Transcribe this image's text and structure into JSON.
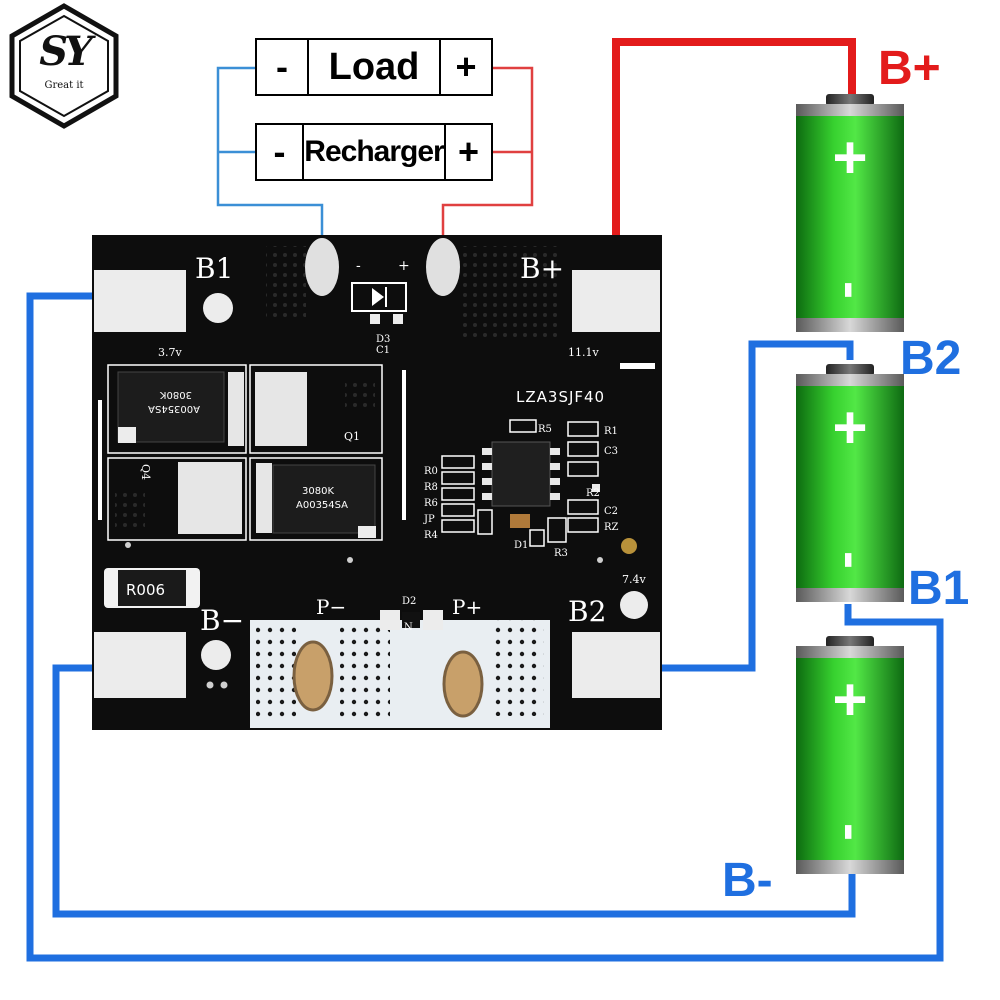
{
  "logo": {
    "letters": "SY",
    "tagline": "Great it"
  },
  "terminals": {
    "load": {
      "minus": "-",
      "label": "Load",
      "plus": "+"
    },
    "recharger": {
      "minus": "-",
      "label": "Recharger",
      "plus": "+"
    }
  },
  "pcb": {
    "pad_b1": "B1",
    "pad_bplus": "B+",
    "pad_bminus": "B−",
    "pad_b2": "B2",
    "volt_3v7": "3.7v",
    "volt_11v1": "11.1v",
    "volt_7v4": "7.4v",
    "minus_mark": "-",
    "plus_mark": "+",
    "d3": "D3",
    "c1": "C1",
    "chip_code": "LZA3SJF40",
    "resistor": "R006",
    "p_minus": "P−",
    "p_plus": "P+",
    "d2": "D2",
    "d2_n": "N",
    "r5": "R5",
    "r1": "R1",
    "c3": "C3",
    "c2": "C2",
    "r2": "R2",
    "rz": "RZ",
    "r3": "R3",
    "d1": "D1",
    "q1": "Q1",
    "q4": "Q4",
    "left_labels": [
      "R0",
      "R8",
      "R6",
      "JP",
      "R4"
    ],
    "mosfet_text": [
      "3080K",
      "A00354SA"
    ]
  },
  "leads": {
    "b_plus": "B+",
    "b2": "B2",
    "b1": "B1",
    "b_minus": "B-"
  },
  "batteries": [
    {
      "plus": "+",
      "minus": "-"
    },
    {
      "plus": "+",
      "minus": "-"
    },
    {
      "plus": "+",
      "minus": "-"
    }
  ],
  "colors": {
    "wire_blue": "#1f6fe0",
    "wire_red": "#e31b1b",
    "thin_blue": "#3b8fd6",
    "thin_red": "#e04040",
    "pcb": "#0d0d0d",
    "pad": "#ececec",
    "battery_green": "#22b822"
  }
}
